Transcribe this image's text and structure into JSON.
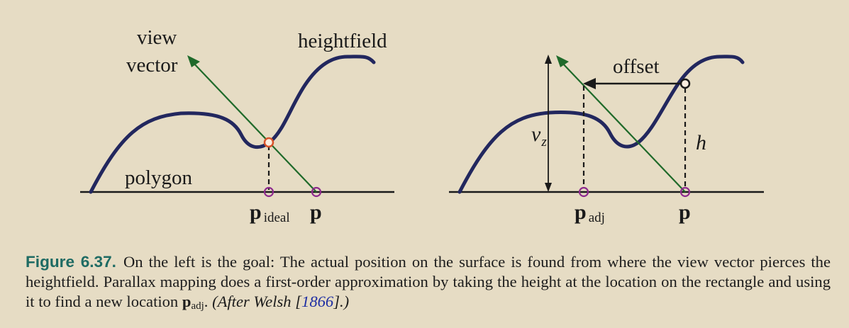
{
  "left_diagram": {
    "view_label_1": "view",
    "view_label_2": "vector",
    "heightfield_label": "heightfield",
    "polygon_label": "polygon",
    "p_ideal_main": "p",
    "p_ideal_sub": "ideal",
    "p_label": "p"
  },
  "right_diagram": {
    "offset_label": "offset",
    "vz_main": "v",
    "vz_sub": "z",
    "h_label": "h",
    "p_adj_main": "p",
    "p_adj_sub": "adj",
    "p_label": "p"
  },
  "caption": {
    "figure_label": "Figure 6.37.",
    "text_1": "On the left is the goal: The actual position on the surface is found from where the view vector pierces the heightfield. Parallax mapping does a first-order approximation by taking the height at the location on the rectangle and using it to find a new location ",
    "padj_main": "p",
    "padj_sub": "adj",
    "text_2": ". ",
    "after_pre": "(After Welsh [",
    "citation": "1866",
    "after_post": "].)"
  },
  "colors": {
    "background": "#e6dcc4",
    "curve": "#22275e",
    "view_vector": "#1f6a2a",
    "ideal_point": "#d9542b",
    "polygon_points": "#8e2a8e",
    "caption_label": "#1e6b63",
    "citation": "#1f2fa3"
  }
}
